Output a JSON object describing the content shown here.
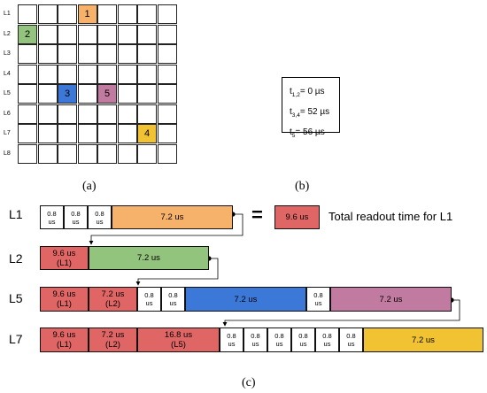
{
  "grid": {
    "row_labels": [
      "L1",
      "L2",
      "L3",
      "L4",
      "L5",
      "L6",
      "L7",
      "L8"
    ],
    "highlighted": [
      {
        "label": "1",
        "row": 0,
        "col": 3,
        "color": "#f6b26b"
      },
      {
        "label": "2",
        "row": 1,
        "col": 0,
        "color": "#93c47d"
      },
      {
        "label": "3",
        "row": 4,
        "col": 2,
        "color": "#3c78d8"
      },
      {
        "label": "5",
        "row": 4,
        "col": 4,
        "color": "#c27ba0"
      },
      {
        "label": "4",
        "row": 6,
        "col": 6,
        "color": "#f1c232"
      }
    ]
  },
  "captions": {
    "a": "(a)",
    "b": "(b)",
    "c": "(c)"
  },
  "times": {
    "t12_main": "t",
    "t12_sub": "1,2",
    "t12_val": "= 0 µs",
    "t34_main": "t",
    "t34_sub": "3,4",
    "t34_val": "= 52 µs",
    "t5_main": "t",
    "t5_sub": "5",
    "t5_val": "= 56 µs"
  },
  "timeline": {
    "l1": {
      "label": "L1",
      "short": "0.8\nus",
      "long": "7.2 us"
    },
    "equals": "=",
    "total_box": "9.6 us",
    "total_text": "Total readout time for L1",
    "l2": {
      "label": "L2",
      "wait": "9.6 us\n(L1)",
      "long": "7.2 us"
    },
    "l5": {
      "label": "L5",
      "wait1": "9.6 us\n(L1)",
      "wait2": "7.2 us\n(L2)",
      "short": "0.8\nus",
      "long_blue": "7.2 us",
      "long_pink": "7.2 us"
    },
    "l7": {
      "label": "L7",
      "wait1": "9.6 us\n(L1)",
      "wait2": "7.2 us\n(L2)",
      "wait3": "16.8 us\n(L5)",
      "short": "0.8\nus",
      "long": "7.2 us"
    }
  }
}
